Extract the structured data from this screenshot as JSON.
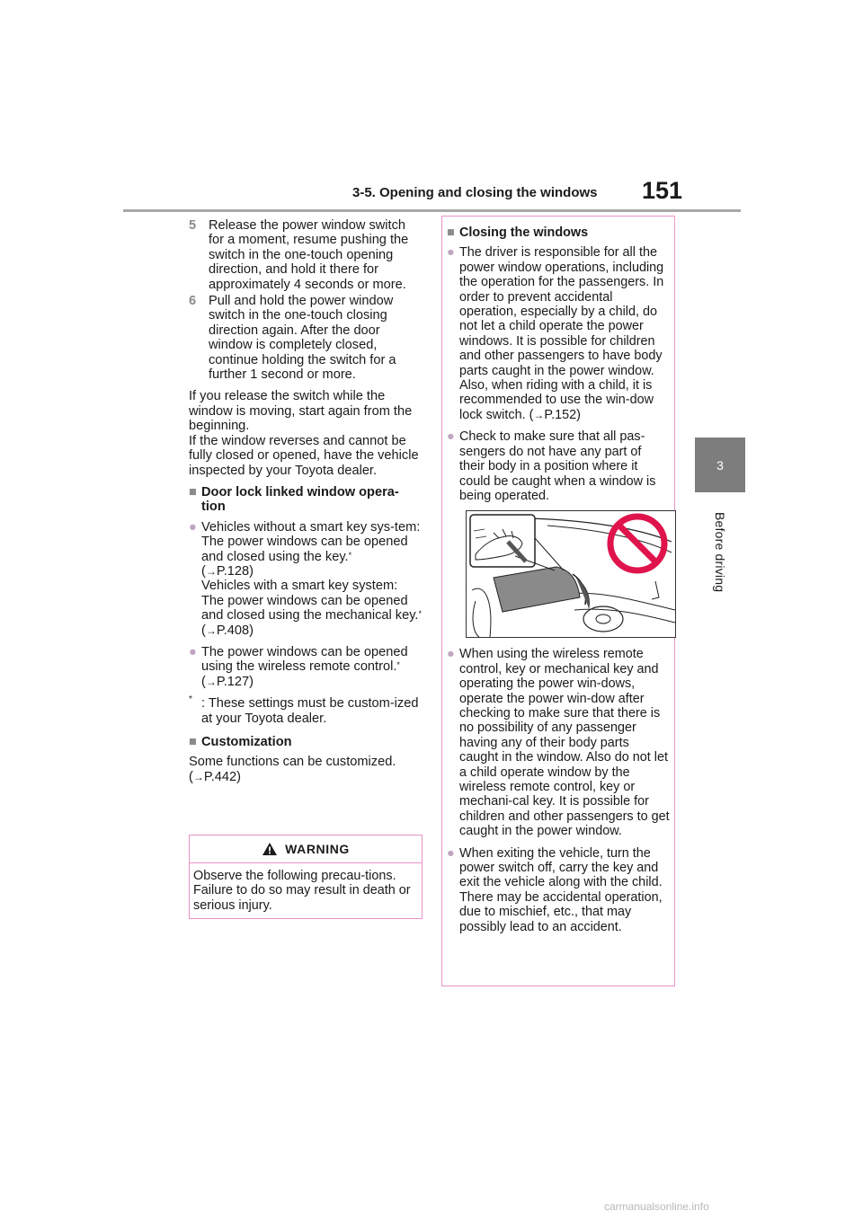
{
  "header": {
    "section_title": "3-5. Opening and closing the windows",
    "page_number": "151"
  },
  "side_tab": {
    "number": "3",
    "label": "Before driving"
  },
  "left": {
    "steps": [
      {
        "num": "5",
        "text": "Release the power window switch for a moment, resume pushing the switch in the one-touch opening direction, and hold it there for approximately 4 seconds or more."
      },
      {
        "num": "6",
        "text": "Pull and hold the power window switch in the one-touch closing direction again. After the door window is completely closed, continue holding the switch for a further 1 second or more."
      }
    ],
    "para1": "If you release the switch while the window is moving, start again from the beginning.",
    "para2": "If the window reverses and cannot be fully closed or opened, have the vehicle inspected by your Toyota dealer.",
    "door_lock_heading": "Door lock linked window opera-tion",
    "bullet1_a": "Vehicles without a smart key sys-tem: The power windows can be opened and closed using the key.",
    "bullet1_ref1": "P.128)",
    "bullet1_b": "Vehicles with a smart key system: The power windows can be opened and closed using the mechanical key.",
    "bullet1_ref2": "P.408)",
    "bullet2": "The power windows can be opened using the wireless remote control.",
    "bullet2_ref": "P.127)",
    "footnote_mark": "*",
    "footnote": ": These settings must be custom-ized at your Toyota dealer.",
    "custom_heading": "Customization",
    "custom_text": "Some functions can be customized.",
    "custom_ref": "P.442)"
  },
  "warning": {
    "title": "WARNING",
    "text": "Observe the following precau-tions. Failure to do so may result in death or serious injury."
  },
  "right": {
    "heading": "Closing the windows",
    "bullet1": "The driver is responsible for all the power window operations, including the operation for the passengers. In order to prevent accidental operation, especially by a child, do not let a child operate the power windows. It is possible for children and other passengers to have body parts caught in the power window. Also, when riding with a child, it is recommended to use the win-dow lock switch. (",
    "bullet1_ref": "P.152)",
    "bullet2": "Check to make sure that all pas-sengers do not have any part of their body in a position where it could be caught when a window is being operated.",
    "bullet3": "When using the wireless remote control, key or mechanical key and operating the power win-dows, operate the power win-dow after checking to make sure that there is no possibility of any passenger having any of their body parts caught in the window. Also do not let a child operate window by the wireless remote control, key or mechani-cal key. It is possible for children and other passengers to get caught in the power window.",
    "bullet4": "When exiting the vehicle, turn the power switch off, carry the key and exit the vehicle along with the child. There may be accidental operation, due to mischief, etc., that may possibly lead to an accident."
  },
  "footer": {
    "watermark": "carmanualsonline.info"
  },
  "colors": {
    "accent_pink": "#e893c8",
    "prohibit_red": "#e0144c",
    "tab_gray": "#7d7d7d"
  }
}
